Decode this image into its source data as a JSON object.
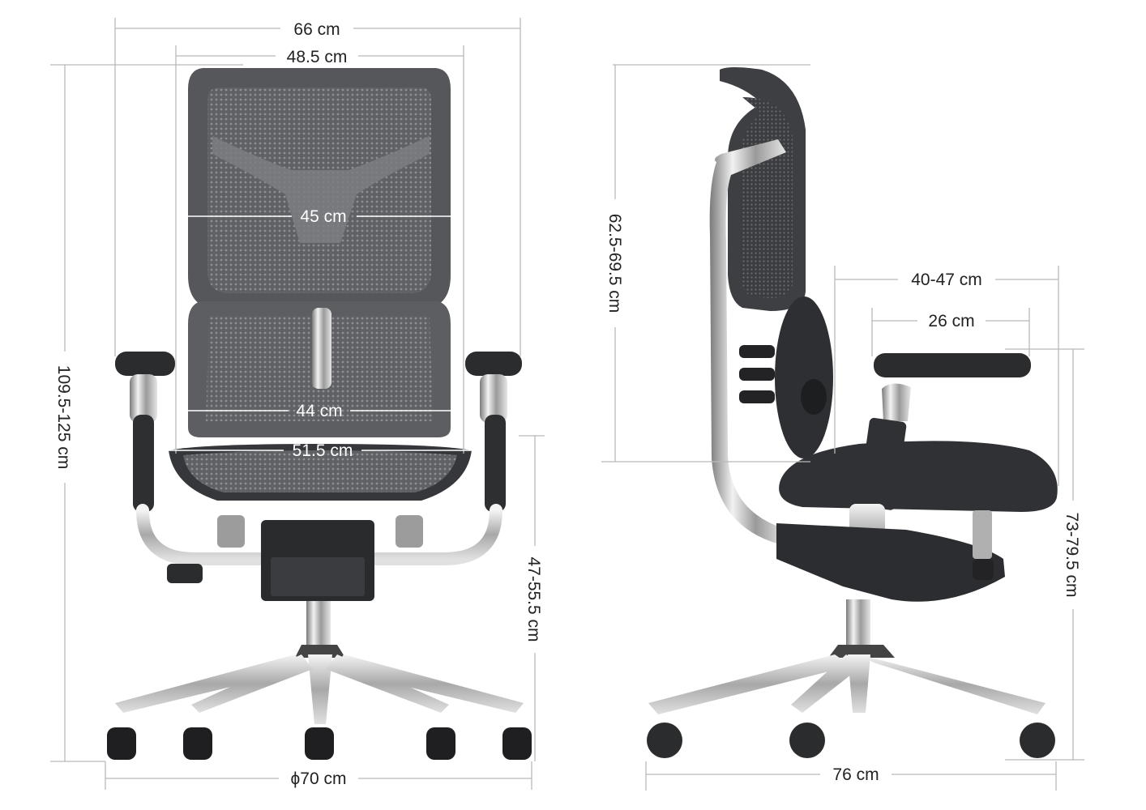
{
  "dimensions": {
    "overall_width": "66 cm",
    "backrest_width": "48.5 cm",
    "backrest_inner_width": "45 cm",
    "seat_inner_width": "44 cm",
    "seat_width": "51.5 cm",
    "overall_height": "109.5-125 cm",
    "seat_height": "47-55.5 cm",
    "base_diameter": "ϕ70 cm",
    "backrest_height": "62.5-69.5 cm",
    "seat_depth": "40-47 cm",
    "armrest_length": "26 cm",
    "armrest_height": "73-79.5 cm",
    "overall_depth": "76 cm"
  }
}
